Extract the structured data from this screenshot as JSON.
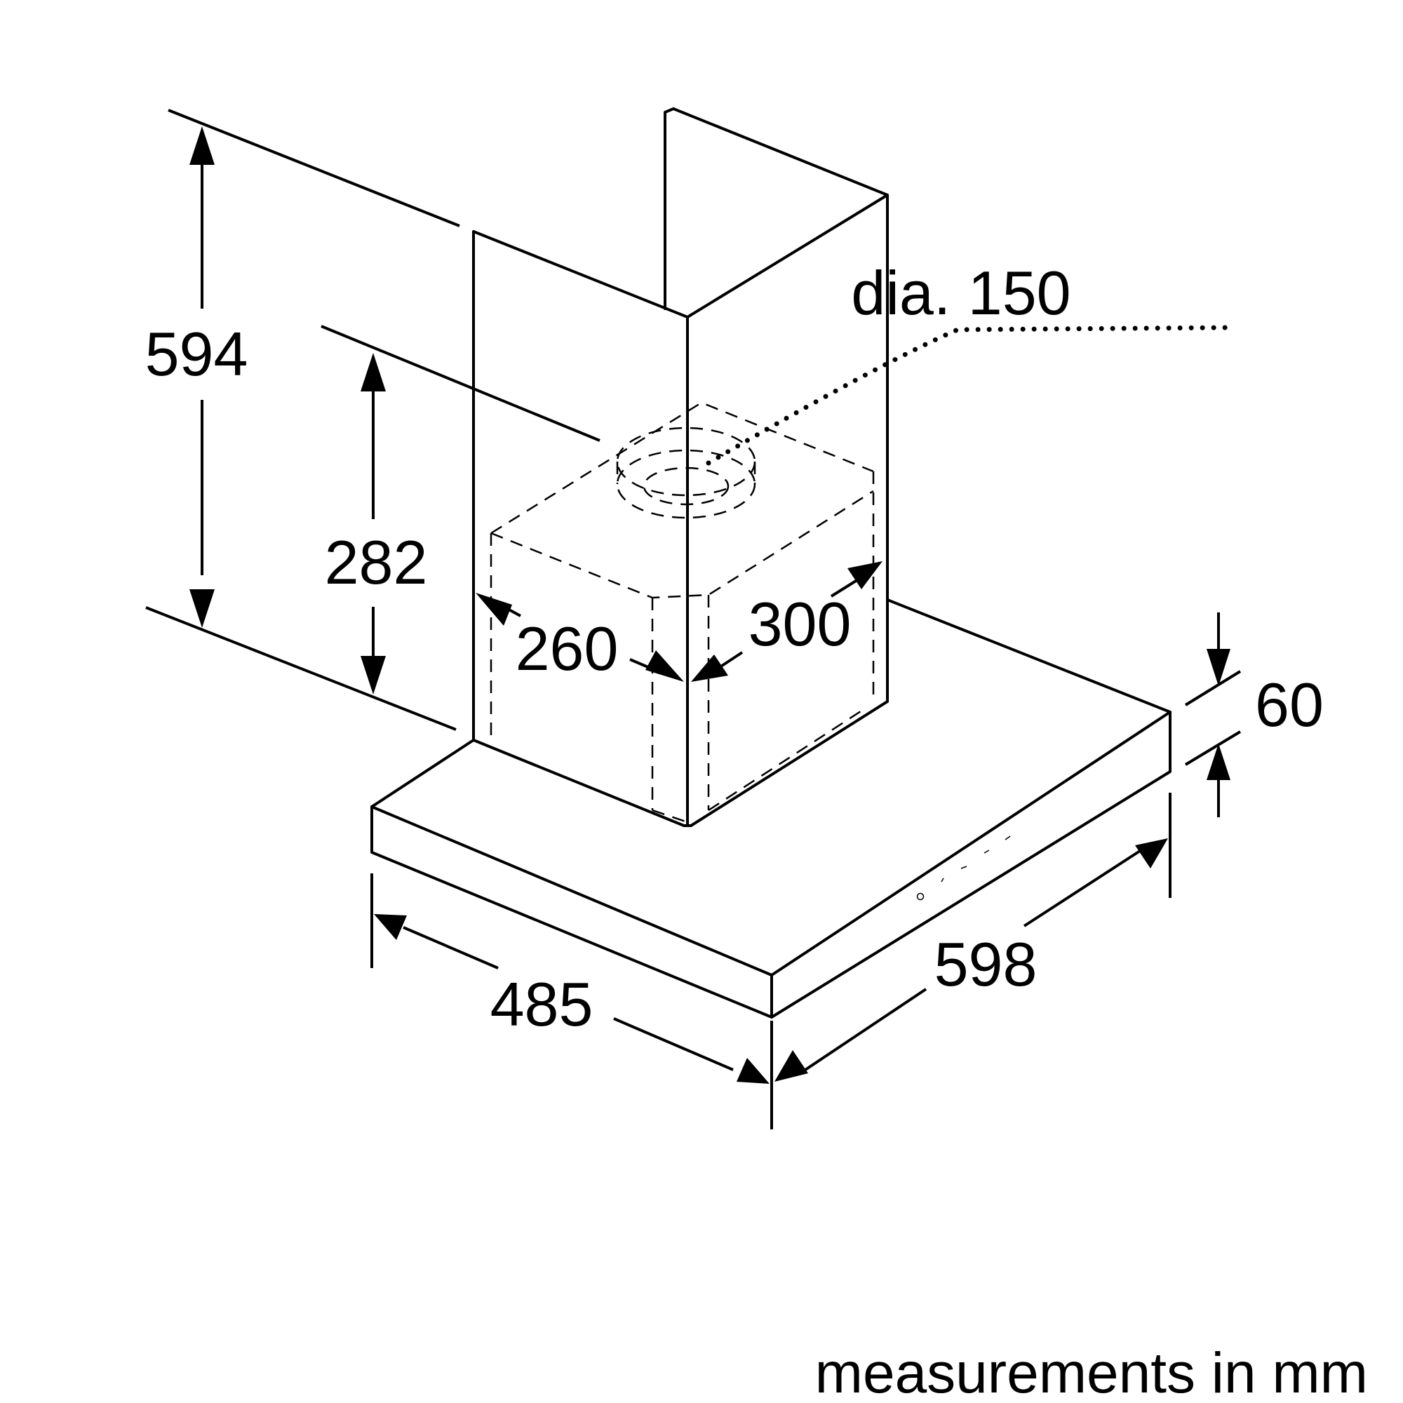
{
  "diagram": {
    "colors": {
      "line": "#000000",
      "background": "#ffffff"
    },
    "dimensions": {
      "chimney_height": "594",
      "inner_height": "282",
      "chimney_depth": "260",
      "chimney_width": "300",
      "duct_diameter": "dia. 150",
      "canopy_thickness": "60",
      "canopy_width": "598",
      "canopy_depth": "485"
    },
    "footer_note": "measurements in mm"
  }
}
